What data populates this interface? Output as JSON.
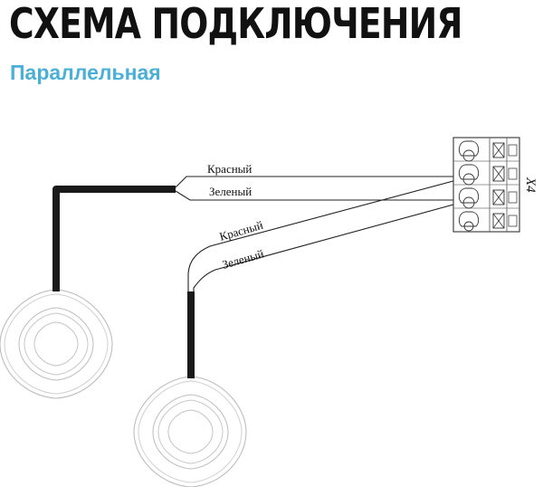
{
  "header": {
    "title": "СХЕМА ПОДКЛЮЧЕНИЯ",
    "subtitle": "Параллельная"
  },
  "diagram": {
    "wire_labels": {
      "lamp1_red": "Красный",
      "lamp1_green": "Зеленый",
      "lamp2_red": "Красный",
      "lamp2_green": "Зеленый"
    },
    "connector_label": "X4"
  },
  "colors": {
    "title": "#111111",
    "subtitle": "#4ab0d6",
    "cable": "#1a1a1a"
  }
}
